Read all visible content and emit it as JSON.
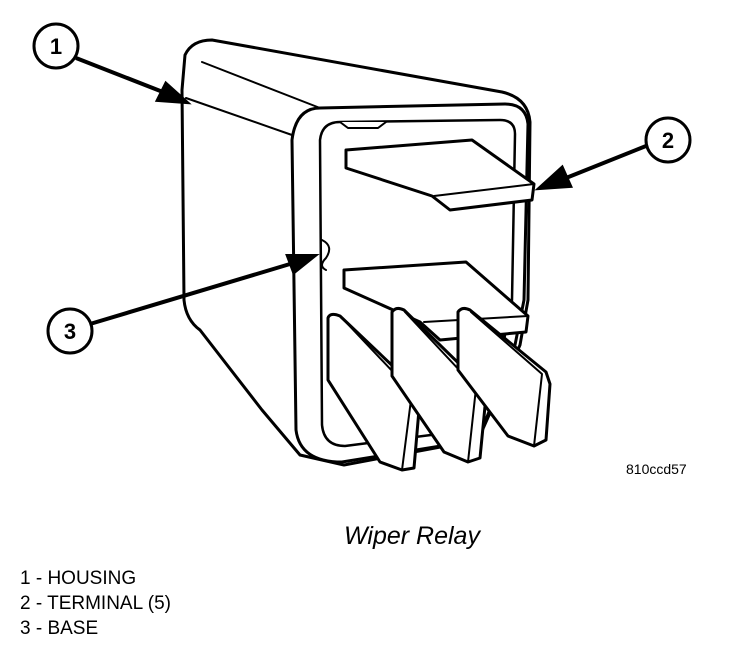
{
  "figure": {
    "caption": "Wiper Relay",
    "code": "810ccd57"
  },
  "callouts": [
    {
      "number": "1",
      "target": "housing"
    },
    {
      "number": "2",
      "target": "terminal"
    },
    {
      "number": "3",
      "target": "base"
    }
  ],
  "legend": [
    {
      "text": "1 - HOUSING"
    },
    {
      "text": "2 - TERMINAL (5)"
    },
    {
      "text": "3 - BASE"
    }
  ]
}
